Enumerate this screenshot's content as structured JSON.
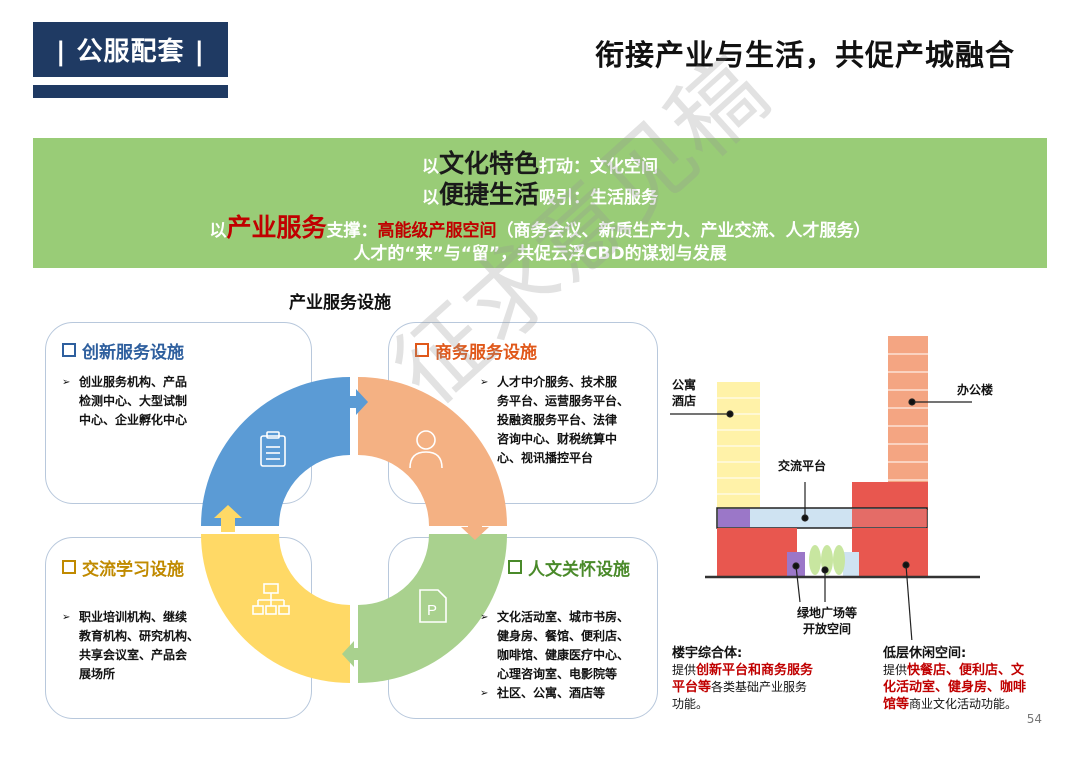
{
  "header": {
    "section_label": "| 公服配套 |",
    "title": "衔接产业与生活，共促产城融合"
  },
  "banner": {
    "line1": {
      "prefix": "以",
      "emph": "文化特色",
      "verb": "打动：",
      "rest": "文化空间"
    },
    "line2": {
      "prefix": "以",
      "emph": "便捷生活",
      "verb": "吸引：",
      "rest": "生活服务"
    },
    "line3": {
      "prefix": "以",
      "emph": "产业服务",
      "verb": "支撑：",
      "red_rest": "高能级产服空间",
      "rest": "（商务会议、新质生产力、产业交流、人才服务）"
    },
    "line4": "人才的“来”与“留”，共促云浮CBD的谋划与发展"
  },
  "section_title": "产业服务设施",
  "quadrants": {
    "innovation": {
      "title": "创新服务设施",
      "color": "#2e5f9e",
      "items": [
        "创业服务机构、产品检测中心、大型试制中心、企业孵化中心"
      ],
      "lines": [
        "创业服务机构、产品",
        "检测中心、大型试制",
        "中心、企业孵化中心"
      ]
    },
    "business": {
      "title": "商务服务设施",
      "color": "#e0581a",
      "lines": [
        "人才中介服务、技术服",
        "务平台、运营服务平台、",
        "投融资服务平台、法律",
        "咨询中心、财税统算中",
        "心、视讯播控平台"
      ]
    },
    "exchange": {
      "title": "交流学习设施",
      "color": "#c08a00",
      "lines": [
        "职业培训机构、继续",
        "教育机构、研究机构、",
        "共享会议室、产品会",
        "展场所"
      ]
    },
    "culture": {
      "title": "人文关怀设施",
      "color": "#4a8a2a",
      "lines1": [
        "文化活动室、城市书房、",
        "健身房、餐馆、便利店、",
        "咖啡馆、健康医疗中心、",
        "心理咨询室、电影院等"
      ],
      "lines2": [
        "社区、公寓、酒店等"
      ]
    }
  },
  "wheel_colors": {
    "blue": "#5b9bd5",
    "orange": "#f4b183",
    "yellow": "#ffd966",
    "green": "#a9d18e"
  },
  "icons": {
    "innovation": "clipboard-icon",
    "business": "person-icon",
    "exchange": "org-chart-icon",
    "culture": "document-p-icon"
  },
  "diagram": {
    "label_apartment": [
      "公寓",
      "酒店"
    ],
    "label_office": "办公楼",
    "label_platform": "交流平台",
    "label_green": [
      "绿地广场等",
      "开放空间"
    ],
    "complex": {
      "title": "楼宇综合体:",
      "pre": "提供",
      "red1": "创新平台和商务服务",
      "red2": "平台等",
      "post": "各类基础产业服务",
      "post2": "功能。"
    },
    "leisure": {
      "title": "低层休闲空间:",
      "pre": "提供",
      "red1": "快餐店、便利店、文",
      "red2": "化活动室、健身房、咖啡",
      "red3": "馆等",
      "post": "商业文化活动功能。"
    }
  },
  "watermark": "征求意见稿",
  "page_number": "54"
}
